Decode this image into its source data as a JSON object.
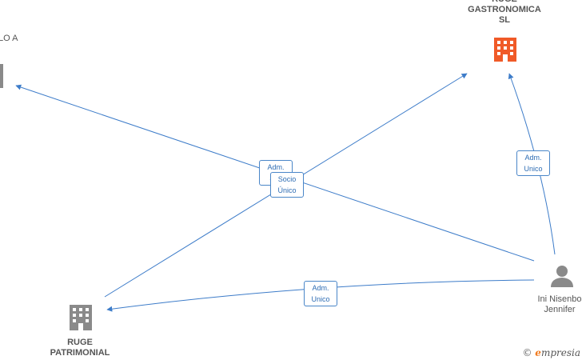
{
  "nodes": {
    "ruge_gastronomica": {
      "label": "RUGE\nGASTRONOMICA\nSL",
      "icon": "orange-building-icon",
      "color": "#f05a28"
    },
    "top_left": {
      "label": "LO A",
      "icon": "grey-building-icon",
      "color": "#8a8a8a"
    },
    "ruge_patrimonial": {
      "label": "RUGE\nPATRIMONIAL",
      "icon": "grey-building-icon",
      "color": "#8a8a8a"
    },
    "person": {
      "label": "Ini Nisenbo\nJennifer",
      "icon": "person-icon",
      "color": "#8a8a8a"
    }
  },
  "edges": [
    {
      "from": "person",
      "to": "top_left",
      "label": "Adm.\nSol."
    },
    {
      "from": "ruge_patrimonial",
      "to": "ruge_gastronomica",
      "label": "Socio\nÚnico"
    },
    {
      "from": "person",
      "to": "ruge_gastronomica",
      "label": "Adm.\nUnico"
    },
    {
      "from": "person",
      "to": "ruge_patrimonial",
      "label": "Adm.\nUnico"
    }
  ],
  "edge_color": "#3d7cc9",
  "watermark": {
    "symbol": "©",
    "brand_initial": "e",
    "brand_rest": "mpresia"
  }
}
